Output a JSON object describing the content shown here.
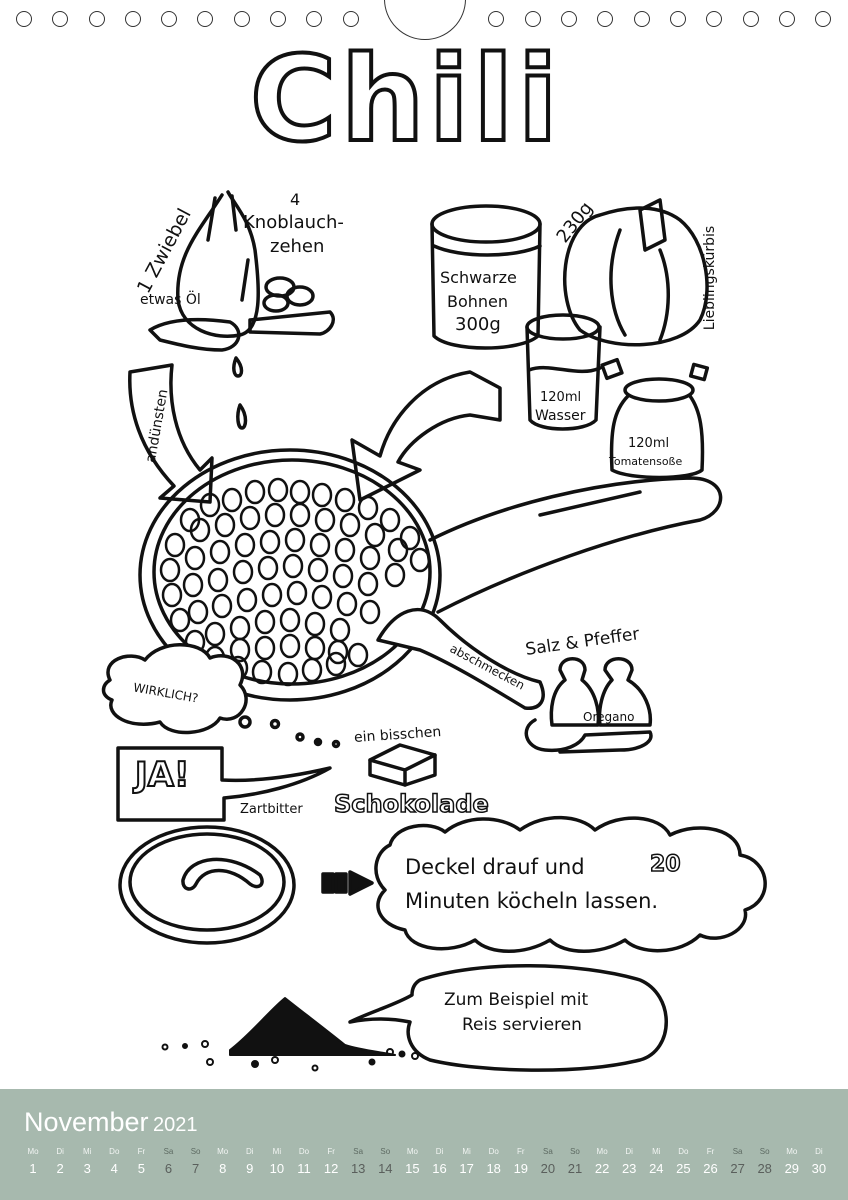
{
  "page": {
    "title": "Chili",
    "ingredients": {
      "onion": "1 Zwiebel",
      "oil": "etwas Öl",
      "garlic_count": "4",
      "garlic_label": "Knoblauch-",
      "garlic_label2": "zehen",
      "beans_line1": "Schwarze",
      "beans_line2": "Bohnen",
      "beans_line3": "300g",
      "pumpkin_weight": "230g",
      "pumpkin_label": "Lieblingskürbis",
      "water_line1": "120ml",
      "water_line2": "Wasser",
      "tomato_line1": "120ml",
      "tomato_line2": "Tomatensoße"
    },
    "steps": {
      "sweat_arrow": "andünsten",
      "taste_spoon": "abschmecken",
      "salt_pepper": "Salz & Pfeffer",
      "oregano": "Oregano",
      "thought_bubble": "WIRKLICH?",
      "yes_sign": "JA!",
      "chocolate_amount": "ein bisschen",
      "chocolate_type": "Zartbitter",
      "chocolate": "Schokolade",
      "simmer_line1_a": "Deckel drauf und",
      "simmer_number": "20",
      "simmer_line2": "Minuten köcheln lassen.",
      "serve_line1": "Zum Beispiel mit",
      "serve_line2": "Reis servieren"
    }
  },
  "calendar": {
    "month": "November",
    "year": "2021",
    "colors": {
      "band": "#a7b9ae",
      "weekday_text": "#ffffff",
      "weekend_text": "#5a5f5c"
    },
    "days": [
      {
        "wd": "Mo",
        "d": "1",
        "we": false
      },
      {
        "wd": "Di",
        "d": "2",
        "we": false
      },
      {
        "wd": "Mi",
        "d": "3",
        "we": false
      },
      {
        "wd": "Do",
        "d": "4",
        "we": false
      },
      {
        "wd": "Fr",
        "d": "5",
        "we": false
      },
      {
        "wd": "Sa",
        "d": "6",
        "we": true
      },
      {
        "wd": "So",
        "d": "7",
        "we": true
      },
      {
        "wd": "Mo",
        "d": "8",
        "we": false
      },
      {
        "wd": "Di",
        "d": "9",
        "we": false
      },
      {
        "wd": "Mi",
        "d": "10",
        "we": false
      },
      {
        "wd": "Do",
        "d": "11",
        "we": false
      },
      {
        "wd": "Fr",
        "d": "12",
        "we": false
      },
      {
        "wd": "Sa",
        "d": "13",
        "we": true
      },
      {
        "wd": "So",
        "d": "14",
        "we": true
      },
      {
        "wd": "Mo",
        "d": "15",
        "we": false
      },
      {
        "wd": "Di",
        "d": "16",
        "we": false
      },
      {
        "wd": "Mi",
        "d": "17",
        "we": false
      },
      {
        "wd": "Do",
        "d": "18",
        "we": false
      },
      {
        "wd": "Fr",
        "d": "19",
        "we": false
      },
      {
        "wd": "Sa",
        "d": "20",
        "we": true
      },
      {
        "wd": "So",
        "d": "21",
        "we": true
      },
      {
        "wd": "Mo",
        "d": "22",
        "we": false
      },
      {
        "wd": "Di",
        "d": "23",
        "we": false
      },
      {
        "wd": "Mi",
        "d": "24",
        "we": false
      },
      {
        "wd": "Do",
        "d": "25",
        "we": false
      },
      {
        "wd": "Fr",
        "d": "26",
        "we": false
      },
      {
        "wd": "Sa",
        "d": "27",
        "we": true
      },
      {
        "wd": "So",
        "d": "28",
        "we": true
      },
      {
        "wd": "Mo",
        "d": "29",
        "we": false
      },
      {
        "wd": "Di",
        "d": "30",
        "we": false
      }
    ]
  }
}
